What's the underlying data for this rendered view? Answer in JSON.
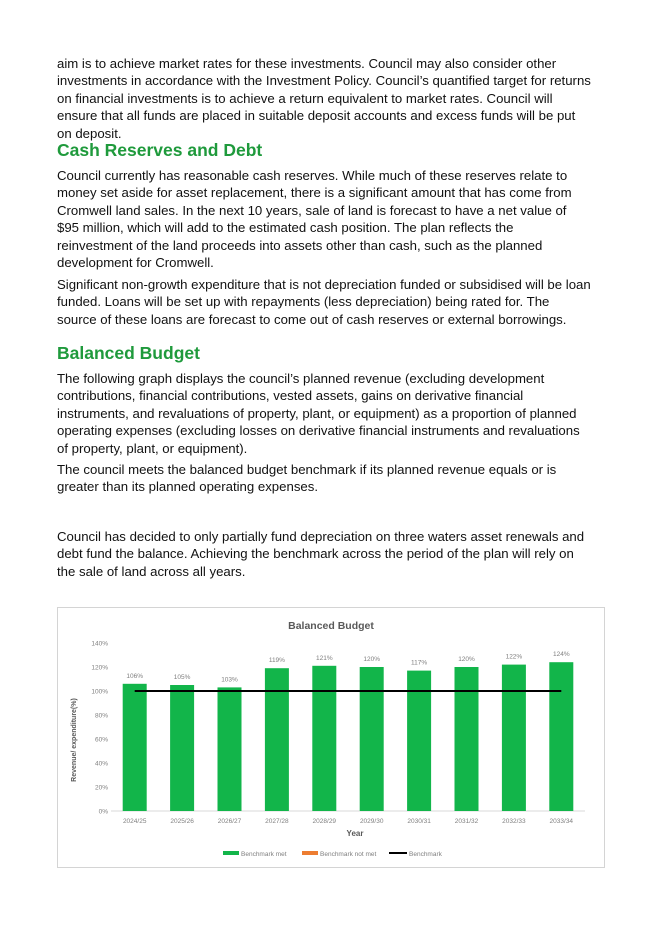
{
  "colors": {
    "heading": "#1f9a3c",
    "bar_met": "#12b54a",
    "bar_not_met": "#ed7d31",
    "benchmark_line": "#000000",
    "text": "#111111",
    "axis_text": "#7f7f7f"
  },
  "intro_paragraph": "aim is to achieve market rates for these investments. Council may also consider other investments in accordance with the Investment Policy. Council’s quantified target for returns on financial investments is to achieve a return equivalent to market rates. Council will ensure that all funds are placed in suitable deposit accounts and excess funds will be put on deposit.",
  "cash_reserves": {
    "heading": "Cash Reserves and Debt",
    "paragraph1": "Council currently has reasonable cash reserves. While much of these reserves relate to money set aside for asset replacement, there is a significant amount that has come from Cromwell land sales. In the next 10 years, sale of land is forecast to have a net value of $95 million, which will add to the estimated cash position. The plan reflects the reinvestment of the land proceeds into assets other than cash, such as the planned development for Cromwell.",
    "paragraph2": "Significant non-growth expenditure that is not depreciation funded or subsidised will be loan funded. Loans will be set up with repayments (less depreciation) being rated for. The source of these loans are forecast to come out of cash reserves or external borrowings."
  },
  "balanced_budget": {
    "heading": "Balanced Budget",
    "paragraph1": "The following graph displays the council’s planned revenue (excluding development contributions, financial contributions, vested assets, gains on derivative financial instruments, and revaluations of property, plant, or equipment) as a proportion of planned operating expenses (excluding losses on derivative financial instruments and revaluations of property, plant, or equipment).",
    "paragraph2": "The council meets the balanced budget benchmark if its planned revenue equals or is greater than its planned operating expenses.",
    "paragraph3": "Council has decided to only partially fund depreciation on three waters asset renewals and debt fund the balance. Achieving the benchmark across the period of the plan will rely on the sale of land across all years."
  },
  "chart_data": {
    "type": "bar",
    "title": "Balanced Budget",
    "xlabel": "Year",
    "ylabel": "Revenue/ expenditure(%)",
    "categories": [
      "2024/25",
      "2025/26",
      "2026/27",
      "2027/28",
      "2028/29",
      "2029/30",
      "2030/31",
      "2031/32",
      "2032/33",
      "2033/34"
    ],
    "series": [
      {
        "name": "Benchmark met",
        "color": "#12b54a",
        "values": [
          106,
          105,
          103,
          119,
          121,
          120,
          117,
          120,
          122,
          124
        ]
      },
      {
        "name": "Benchmark not met",
        "color": "#ed7d31",
        "values": [
          null,
          null,
          null,
          null,
          null,
          null,
          null,
          null,
          null,
          null
        ]
      }
    ],
    "data_labels": [
      "106%",
      "105%",
      "103%",
      "119%",
      "121%",
      "120%",
      "117%",
      "120%",
      "122%",
      "124%"
    ],
    "benchmark": {
      "name": "Benchmark",
      "value": 100
    },
    "yticks": [
      "0%",
      "20%",
      "40%",
      "60%",
      "80%",
      "100%",
      "120%",
      "140%"
    ],
    "ytick_values": [
      0,
      20,
      40,
      60,
      80,
      100,
      120,
      140
    ],
    "ylim": [
      0,
      140
    ],
    "grid": false,
    "legend_position": "bottom"
  }
}
